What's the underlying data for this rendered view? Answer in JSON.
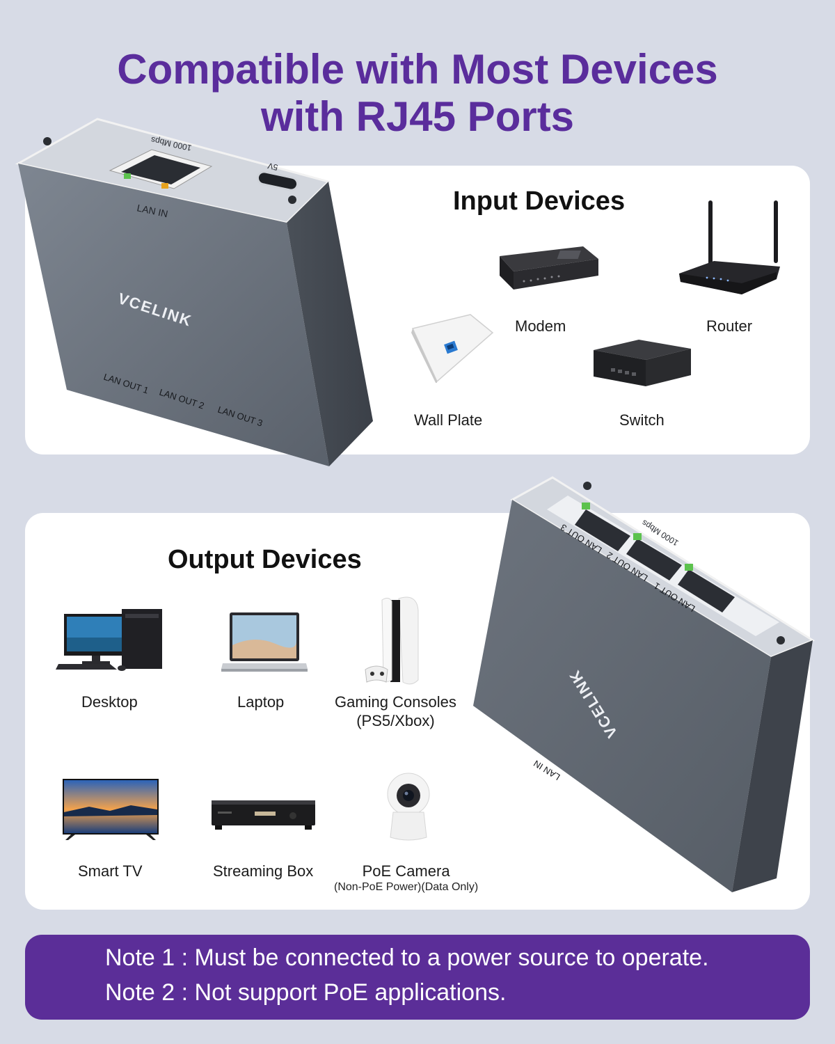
{
  "headline": {
    "line1": "Compatible with Most Devices",
    "line2": "with RJ45 Ports"
  },
  "input_section": {
    "title": "Input Devices",
    "devices": [
      {
        "label": "Modem",
        "icon": "modem-icon"
      },
      {
        "label": "Router",
        "icon": "router-icon"
      },
      {
        "label": "Wall Plate",
        "icon": "wall-plate-icon"
      },
      {
        "label": "Switch",
        "icon": "switch-icon"
      }
    ]
  },
  "output_section": {
    "title": "Output Devices",
    "devices": [
      {
        "label": "Desktop",
        "icon": "desktop-icon"
      },
      {
        "label": "Laptop",
        "icon": "laptop-icon"
      },
      {
        "label": "Gaming Consoles",
        "sub": "(PS5/Xbox)",
        "icon": "gaming-console-icon"
      },
      {
        "label": "Smart TV",
        "icon": "smart-tv-icon"
      },
      {
        "label": "Streaming Box",
        "icon": "streaming-box-icon"
      },
      {
        "label": "PoE Camera",
        "sub": "(Non-PoE Power)(Data Only)",
        "icon": "camera-icon"
      }
    ]
  },
  "device_top": {
    "brand": "VCELINK",
    "speed": "1000 Mbps",
    "power": "5V",
    "port_in": "LAN IN",
    "ports_out": [
      "LAN OUT 1",
      "LAN OUT 2",
      "LAN OUT 3"
    ]
  },
  "device_bottom": {
    "brand": "VCELINK",
    "speed": "1000 Mbps",
    "port_in": "LAN IN",
    "ports_out": [
      "LAN OUT 1",
      "LAN OUT 2",
      "LAN OUT 3"
    ]
  },
  "notes": {
    "note1": "Note 1 : Must be connected to a power source to operate.",
    "note2": "Note 2 : Not support PoE applications."
  },
  "colors": {
    "background": "#d7dbe6",
    "accent_purple": "#5a2d9c",
    "note_bar": "#5b2e98",
    "device_body": "#5f6670",
    "panel": "#ffffff"
  }
}
